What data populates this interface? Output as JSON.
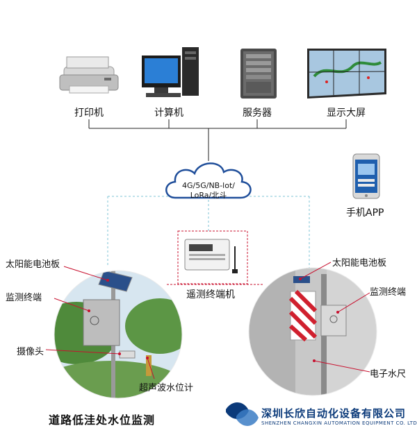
{
  "devices": [
    {
      "label": "打印机",
      "icon": "printer-icon"
    },
    {
      "label": "计算机",
      "icon": "computer-icon"
    },
    {
      "label": "服务器",
      "icon": "server-icon"
    },
    {
      "label": "显示大屏",
      "icon": "display-wall-icon"
    }
  ],
  "cloud": {
    "line1": "4G/5G/NB-lot/",
    "line2": "LoRa/北斗"
  },
  "phone_app": {
    "label": "手机APP"
  },
  "rtu": {
    "label": "遥测终端机"
  },
  "left_site": {
    "labels": [
      "太阳能电池板",
      "监测终端",
      "摄像头",
      "超声波水位计"
    ],
    "title": "道路低洼处水位监测"
  },
  "right_site": {
    "labels": [
      "太阳能电池板",
      "监测终端",
      "电子水尺"
    ]
  },
  "company": {
    "name_cn": "深圳长欣自动化设备有限公司",
    "name_en": "SHENZHEN CHANGXIN AUTOMATION EQUIPMENT CO. LTD"
  },
  "colors": {
    "accent": "#c8102e",
    "cloud_border": "#1f4e9a",
    "dashed": "#7ec3d6",
    "brand": "#0b3a7a"
  }
}
